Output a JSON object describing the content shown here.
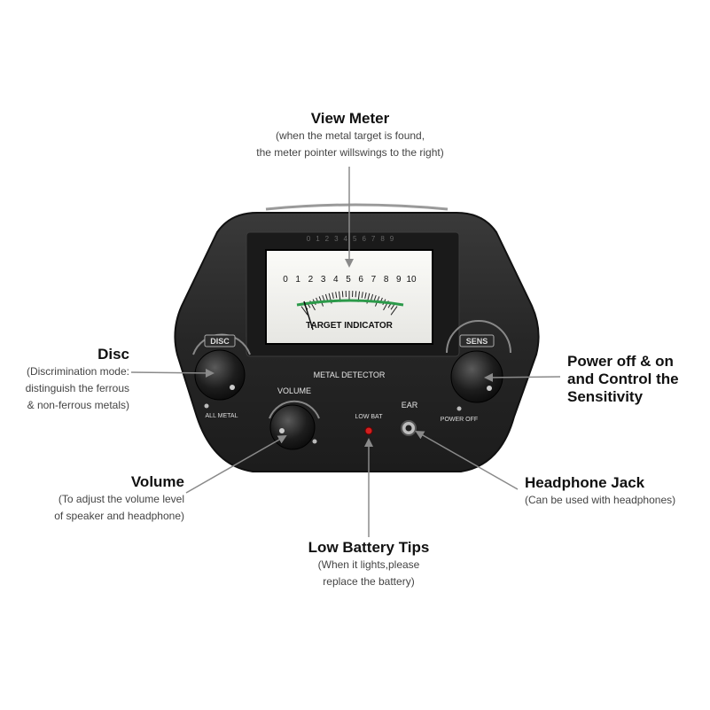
{
  "callouts": {
    "view_meter": {
      "title": "View Meter",
      "desc_1": "(when the metal target is found,",
      "desc_2": "the meter pointer willswings to the right)"
    },
    "disc": {
      "title": "Disc",
      "desc_1": "(Discrimination mode:",
      "desc_2": "distinguish the ferrous",
      "desc_3": "& non-ferrous metals)"
    },
    "sensitivity": {
      "title_1": "Power off & on",
      "title_2": "and Control the",
      "title_3": "Sensitivity"
    },
    "volume": {
      "title": "Volume",
      "desc_1": "(To adjust the volume level",
      "desc_2": "of speaker and headphone)"
    },
    "headphone": {
      "title": "Headphone Jack",
      "desc_1": "(Can be used with headphones)"
    },
    "low_battery": {
      "title": "Low Battery Tips",
      "desc_1": "(When it lights,please",
      "desc_2": "replace the battery)"
    }
  },
  "device": {
    "meter_scale": [
      "0",
      "1",
      "2",
      "3",
      "4",
      "5",
      "6",
      "7",
      "8",
      "9",
      "10"
    ],
    "meter_label": "TARGET INDICATOR",
    "panel_title": "METAL DETECTOR",
    "disc_label": "DISC",
    "all_metal_label": "ALL METAL",
    "sens_label": "SENS",
    "power_off_label": "POWER OFF",
    "volume_label": "VOLUME",
    "low_bat_label": "LOW BAT",
    "ear_label": "EAR"
  },
  "colors": {
    "body": "#2b2b2b",
    "meter_face": "#f3f3f0",
    "led": "#d21f1f",
    "arrow": "#8a8a8a",
    "meter_green": "#2c9a4a"
  }
}
